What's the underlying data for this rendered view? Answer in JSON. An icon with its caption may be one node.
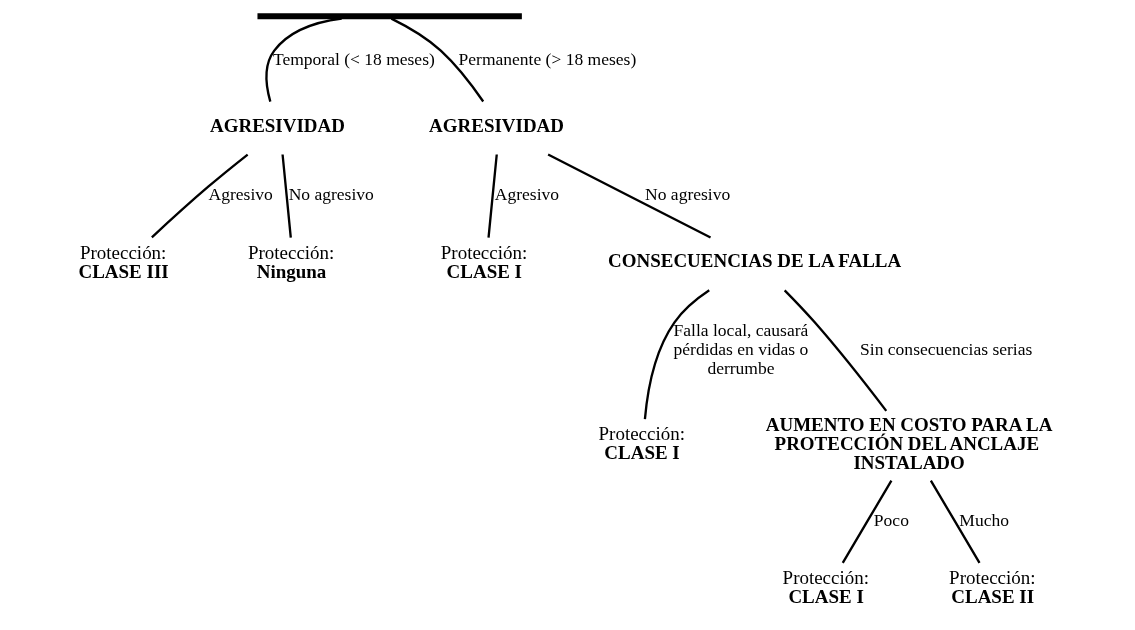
{
  "diagram": {
    "nodes": [
      {
        "text": [],
        "shape": "bar"
      },
      {
        "text": [
          "AGRESIVIDAD"
        ]
      },
      {
        "text": [
          "AGRESIVIDAD"
        ]
      },
      {
        "text": [
          "Protección:",
          "CLASE III"
        ]
      },
      {
        "text": [
          "Protección:",
          "Ninguna"
        ]
      },
      {
        "text": [
          "Protección:",
          "CLASE I"
        ]
      },
      {
        "text": [
          "CONSECUENCIAS DE LA FALLA"
        ]
      },
      {
        "text": [
          "Protección:",
          "CLASE I"
        ]
      },
      {
        "text": [
          "AUMENTO EN COSTO PARA LA PROTECCIÓN DEL ANCLAJE INSTALADO"
        ]
      },
      {
        "text": [
          "Protección:",
          "CLASE I"
        ]
      },
      {
        "text": [
          "Protección:",
          "CLASE II"
        ]
      }
    ],
    "edges": [
      {
        "from": 0,
        "to": 1,
        "arrow": "none",
        "label": "Temporal (< 18 meses)"
      },
      {
        "from": 0,
        "to": 2,
        "arrow": "none",
        "label": "Permanente (> 18 meses)"
      },
      {
        "from": 1,
        "to": 3,
        "arrow": "none",
        "label": "Agresivo"
      },
      {
        "from": 1,
        "to": 4,
        "arrow": "none",
        "label": "No agresivo"
      },
      {
        "from": 2,
        "to": 5,
        "arrow": "none",
        "label": "Agresivo"
      },
      {
        "from": 2,
        "to": 6,
        "arrow": "none",
        "label": "No agresivo"
      },
      {
        "from": 6,
        "to": 7,
        "arrow": "none",
        "label": "Falla local, causará pérdidas en vidas o derrumbe"
      },
      {
        "from": 6,
        "to": 8,
        "arrow": "none",
        "label": "Sin consecuencias serias"
      },
      {
        "from": 8,
        "to": 9,
        "arrow": "none",
        "label": "Poco"
      },
      {
        "from": 8,
        "to": 10,
        "arrow": "none",
        "label": "Mucho"
      }
    ]
  }
}
